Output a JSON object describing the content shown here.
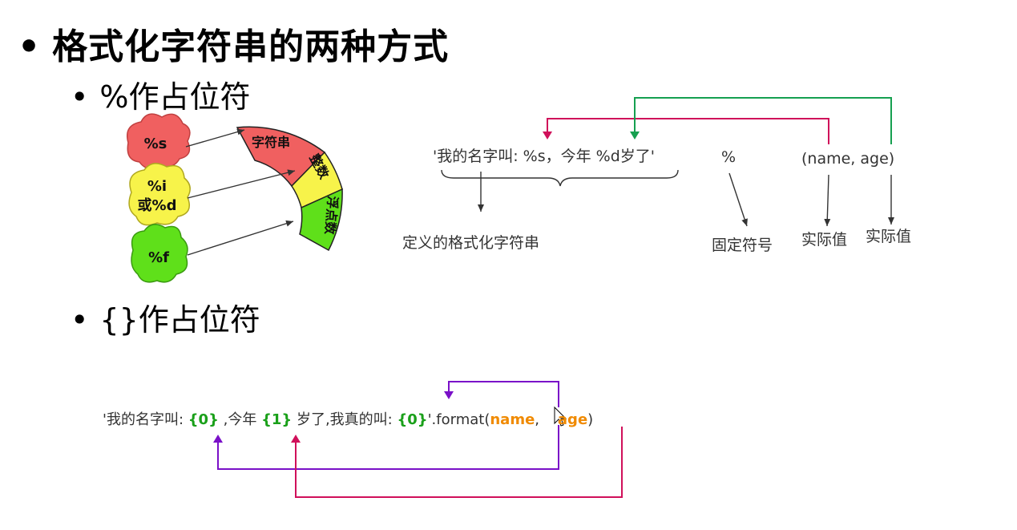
{
  "heading": "格式化字符串的两种方式",
  "bullet": "•",
  "section1": "%作占位符",
  "section2": "{}作占位符",
  "left_diagram": {
    "blobs": [
      "%s",
      "%i",
      "或%d",
      "%f"
    ],
    "arc": [
      "字符串",
      "整数",
      "浮点数"
    ],
    "colors": {
      "str": "#f06060",
      "int": "#f7f34a",
      "float": "#5fe01a"
    }
  },
  "percent_example": {
    "format_string": "'我的名字叫: %s，今年  %d岁了'",
    "operator": "%",
    "tuple": "(name,   age)",
    "label_format": "定义的格式化字符串",
    "label_operator": "固定符号",
    "label_value1": "实际值",
    "label_value2": "实际值",
    "arrow_colors": {
      "name": "#d0105a",
      "age": "#16a050"
    }
  },
  "brace_example": {
    "p1": "'我的名字叫: ",
    "b0": "{0}",
    "p2": " ,今年 ",
    "b1": "{1}",
    "p3": " 岁了,我真的叫:  ",
    "b2": "{0}",
    "p4": "'.format(",
    "arg1": "name",
    "sep": ",    ",
    "arg2": "age",
    "p5": ")",
    "arrow_colors": {
      "name": "#7a10c8",
      "age": "#d0105a"
    }
  }
}
